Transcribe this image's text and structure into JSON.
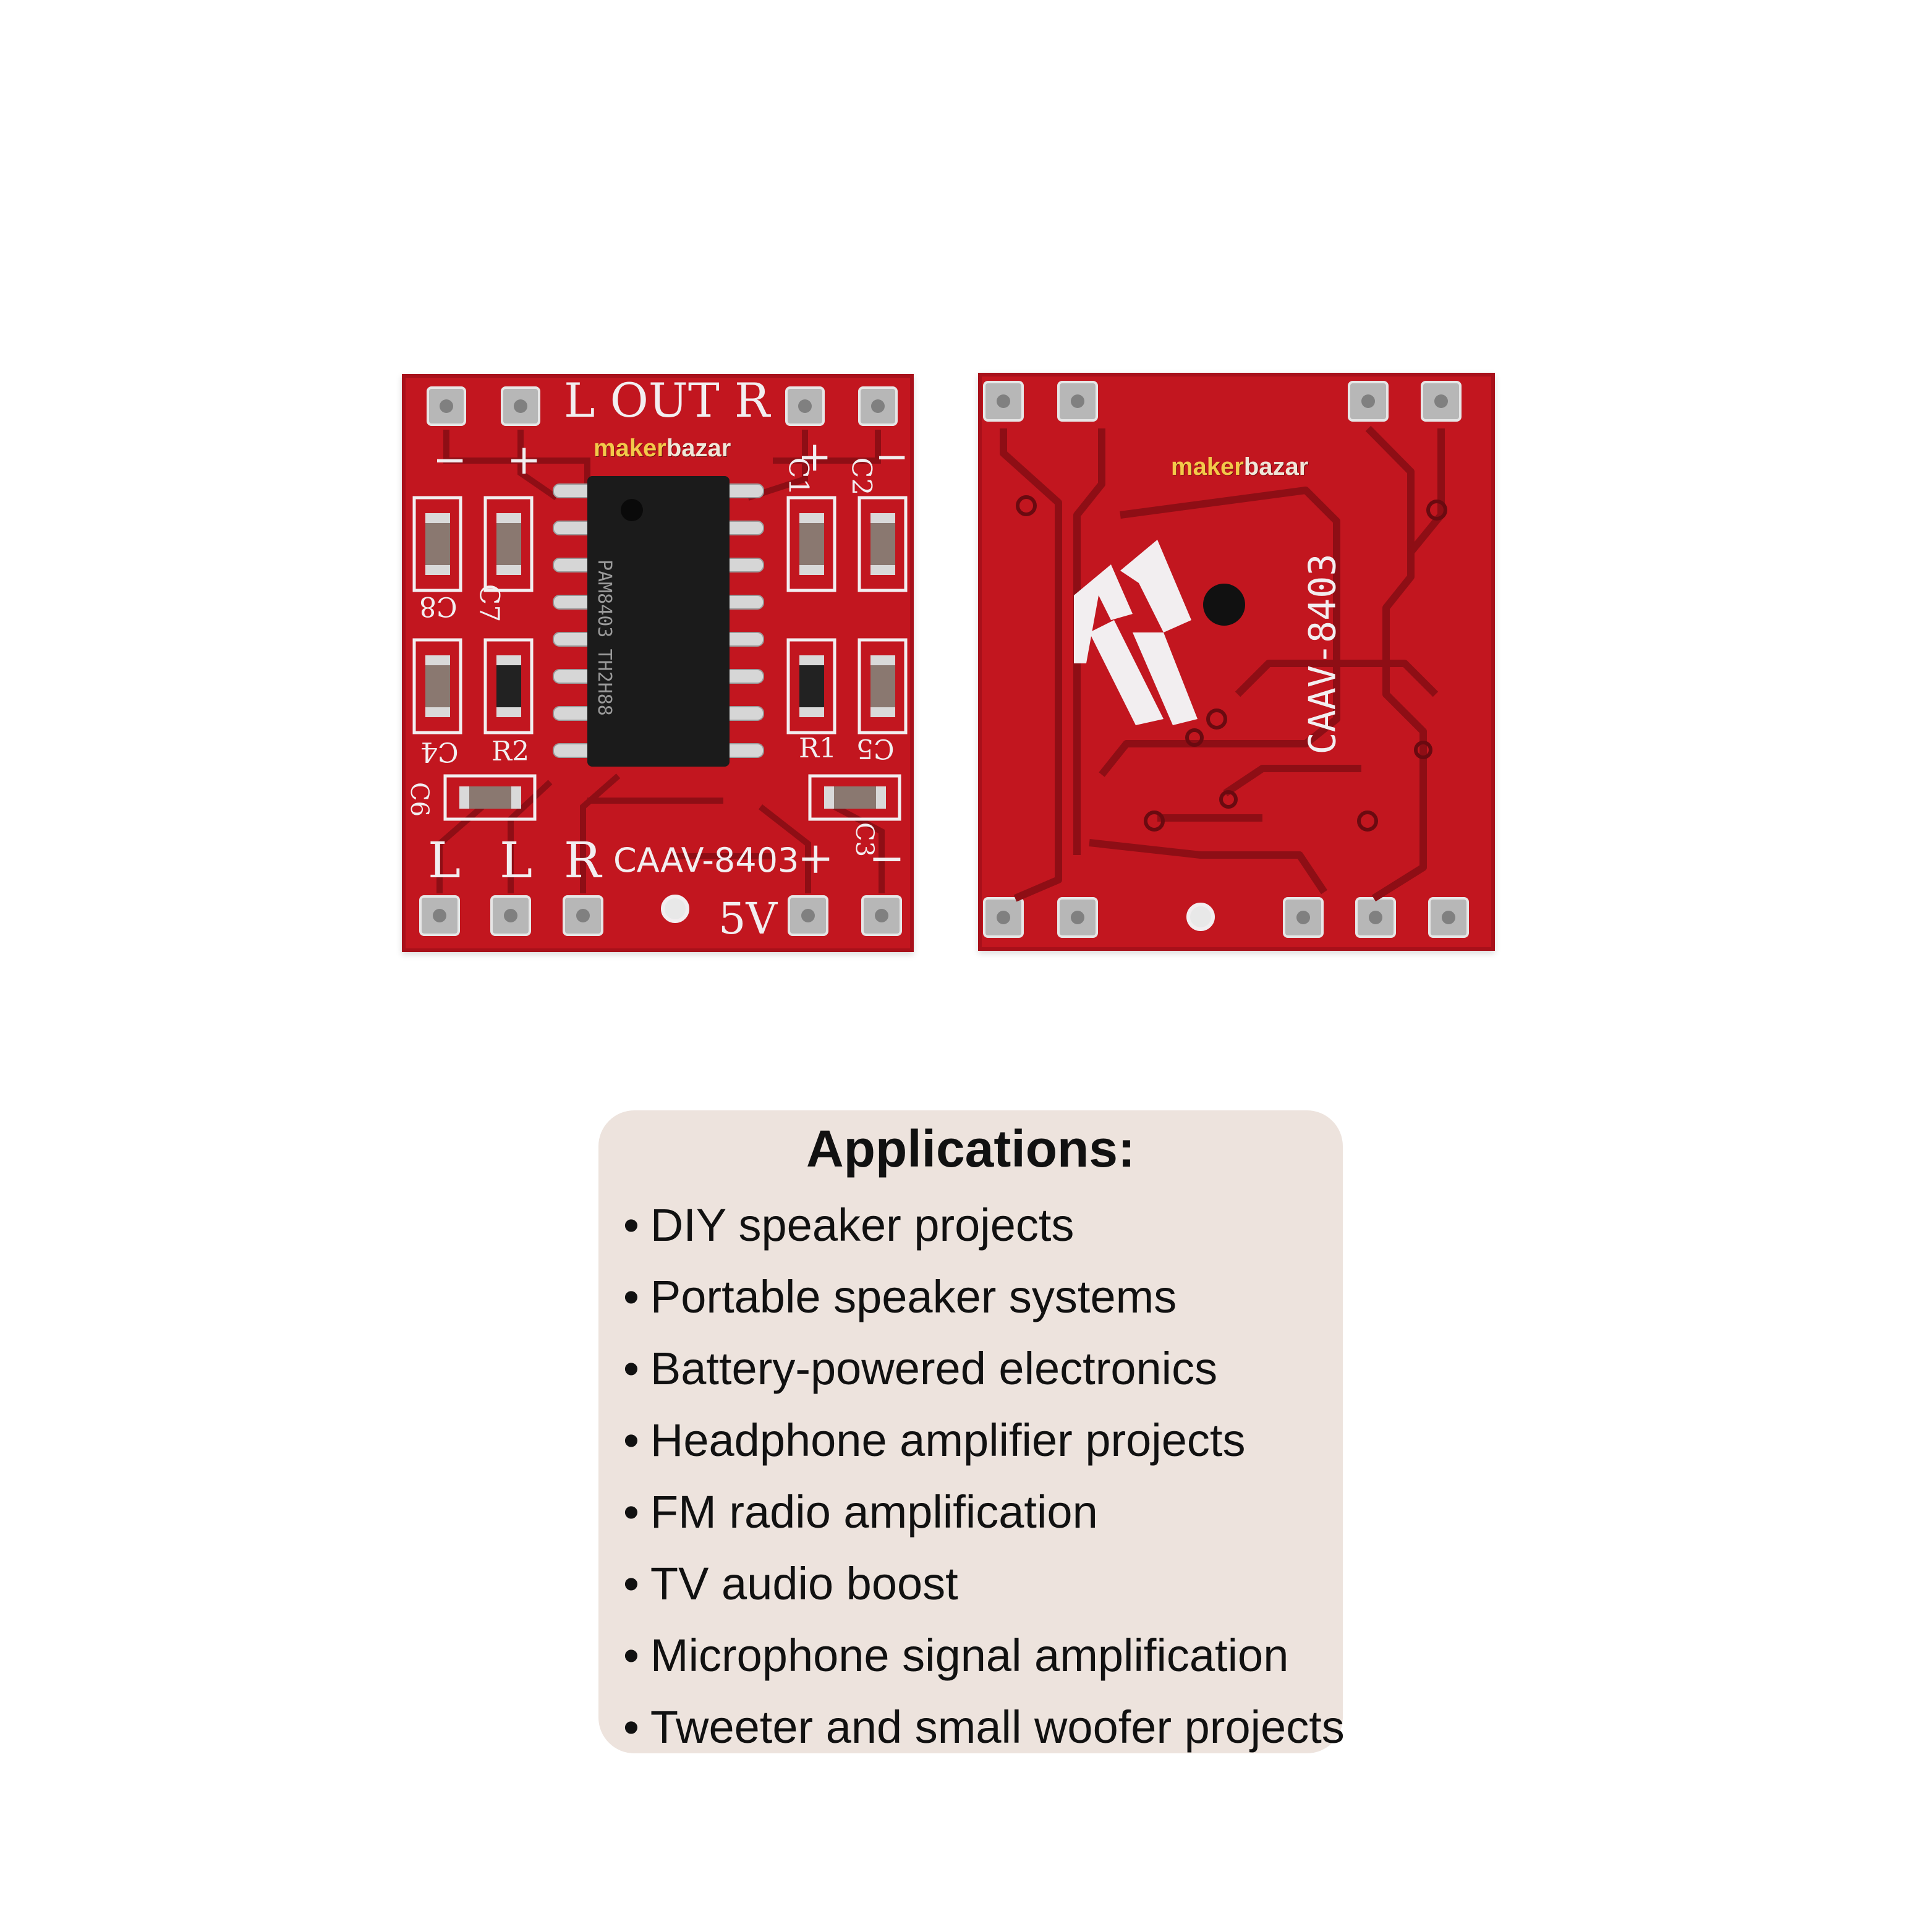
{
  "front_board": {
    "label_top": "L OUT R",
    "label_bottom_left": "L",
    "label_bottom_mid": "L",
    "label_bottom_r": "R",
    "model": "CAAV-8403",
    "voltage": "5V",
    "chip_marking_line1": "PAM8403",
    "chip_marking_line2": "TH2H88",
    "component_labels": [
      "C8",
      "C7",
      "C1",
      "C2",
      "C4",
      "R2",
      "R1",
      "C5",
      "C6",
      "C3"
    ],
    "signs": [
      "−",
      "+",
      "+",
      "−",
      "+",
      "−"
    ]
  },
  "back_board": {
    "model": "CAAV-8403"
  },
  "brand": {
    "maker": "maker",
    "bazar": "bazar"
  },
  "applications": {
    "title": "Applications:",
    "bullet": "•",
    "items": [
      "DIY speaker projects",
      "Portable speaker systems",
      "Battery-powered electronics",
      "Headphone amplifier projects",
      "FM radio amplification",
      "TV audio boost",
      "Microphone signal amplification",
      "Tweeter and small woofer projects"
    ]
  },
  "colors": {
    "pcb": "#c2161f",
    "silkscreen": "#f2eef0",
    "panel": "#ede3dd",
    "text": "#111111"
  }
}
